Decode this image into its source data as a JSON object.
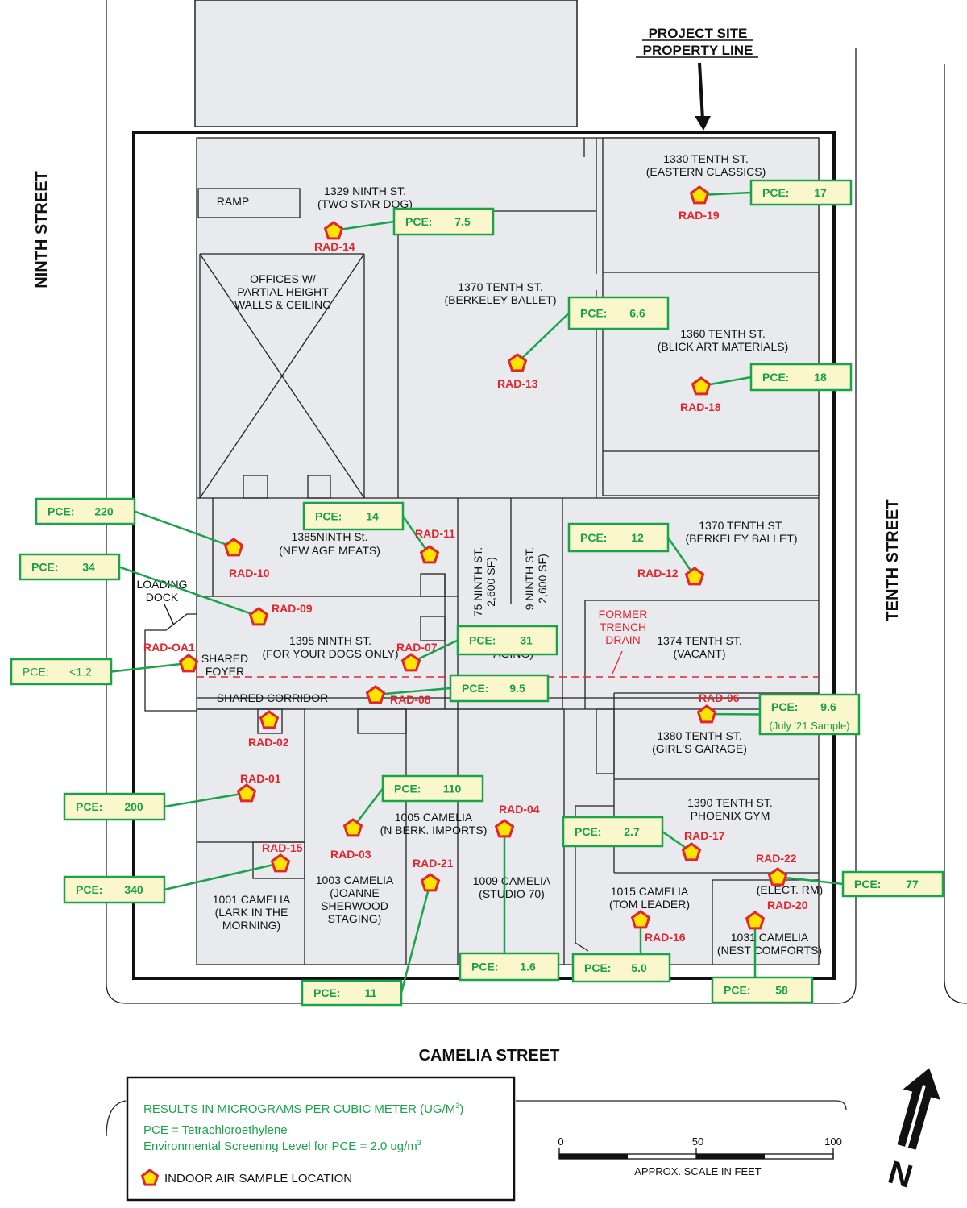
{
  "streets": {
    "ninth": "NINTH  STREET",
    "tenth": "TENTH  STREET",
    "camelia": "CAMELIA  STREET"
  },
  "property_line": {
    "line1": "PROJECT SITE",
    "line2": "PROPERTY LINE"
  },
  "labels": {
    "ramp": "RAMP",
    "offices1": "OFFICES W/",
    "offices2": "PARTIAL HEIGHT",
    "offices3": "WALLS & CEILING",
    "r1329a": "1329 NINTH ST.",
    "r1329b": "(TWO STAR DOG)",
    "r1330a": "1330 TENTH ST.",
    "r1330b": "(EASTERN CLASSICS)",
    "r1370a": "1370 TENTH ST.",
    "r1370b": "(BERKELEY BALLET)",
    "r1360a": "1360 TENTH ST.",
    "r1360b": "(BLICK ART MATERIALS)",
    "r1385a": "1385NINTH St.",
    "r1385b": "(NEW AGE MEATS)",
    "r75a": "75 NINTH ST.",
    "r75b": "2,600 SF)",
    "r9a": "9 NINTH ST.",
    "r9b": "2,600 SF)",
    "r1370ba": "1370 TENTH ST.",
    "r1370bb": "(BERKELEY BALLET)",
    "loading1": "LOADING",
    "loading2": "DOCK",
    "trench1": "FORMER",
    "trench2": "TRENCH",
    "trench3": "DRAIN",
    "r1374a": "1374 TENTH ST.",
    "r1374b": "(VACANT)",
    "r1395a": "1395 NINTH ST.",
    "r1395b": "(FOR YOUR DOGS ONLY)",
    "aging": "AGING)",
    "foyer1": "SHARED",
    "foyer2": "FOYER",
    "corridor": "SHARED CORRIDOR",
    "r1380a": "1380 TENTH ST.",
    "r1380b": "(GIRL'S GARAGE)",
    "r1390a": "1390 TENTH ST.",
    "r1390b": "PHOENIX GYM",
    "r1005a": "1005 CAMELIA",
    "r1005b": "(N BERK. IMPORTS)",
    "r1003a": "1003 CAMELIA",
    "r1003b": "(JOANNE",
    "r1003c": "SHERWOOD",
    "r1003d": "STAGING)",
    "r1009a": "1009 CAMELIA",
    "r1009b": "(STUDIO 70)",
    "r1001a": "1001 CAMELIA",
    "r1001b": "(LARK IN THE",
    "r1001c": "MORNING)",
    "r1015a": "1015 CAMELIA",
    "r1015b": "(TOM LEADER)",
    "elect": "(ELECT. RM)",
    "r1031a": "1031 CAMELIA",
    "r1031b": "(NEST COMFORTS)"
  },
  "samples": {
    "RAD-14": {
      "label": "RAD-14",
      "pce": "7.5"
    },
    "RAD-19": {
      "label": "RAD-19",
      "pce": "17"
    },
    "RAD-13": {
      "label": "RAD-13",
      "pce": "6.6"
    },
    "RAD-18": {
      "label": "RAD-18",
      "pce": "18"
    },
    "RAD-10": {
      "label": "RAD-10",
      "pce": "220"
    },
    "RAD-11": {
      "label": "RAD-11",
      "pce": "14"
    },
    "RAD-09": {
      "label": "RAD-09",
      "pce": "34"
    },
    "RAD-12": {
      "label": "RAD-12",
      "pce": "12"
    },
    "RAD-OA1": {
      "label": "RAD-OA1",
      "pce": "<1.2"
    },
    "RAD-07": {
      "label": "RAD-07",
      "pce": "31"
    },
    "RAD-08": {
      "label": "RAD-08",
      "pce": "9.5"
    },
    "RAD-06": {
      "label": "RAD-06",
      "pce": "9.6",
      "note": "(July '21 Sample)"
    },
    "RAD-02": {
      "label": "RAD-02"
    },
    "RAD-01": {
      "label": "RAD-01",
      "pce": "200"
    },
    "RAD-03": {
      "label": "RAD-03",
      "pce": "110"
    },
    "RAD-04": {
      "label": "RAD-04",
      "pce": "1.6"
    },
    "RAD-17": {
      "label": "RAD-17",
      "pce": "2.7"
    },
    "RAD-15": {
      "label": "RAD-15",
      "pce": "340"
    },
    "RAD-22": {
      "label": "RAD-22",
      "pce": "77"
    },
    "RAD-21": {
      "label": "RAD-21",
      "pce": "11"
    },
    "RAD-16": {
      "label": "RAD-16",
      "pce": "5.0"
    },
    "RAD-20": {
      "label": "RAD-20",
      "pce": "58"
    }
  },
  "pce_label": "PCE:",
  "legend": {
    "line1": "RESULTS IN MICROGRAMS PER CUBIC METER (UG/M",
    "line1_sup": "3",
    "line1_end": ")",
    "line2": "PCE = Tetrachloroethylene",
    "line3": "Environmental Screening Level for PCE = 2.0 ug/m",
    "line3_sup": "3",
    "symbol": "INDOOR AIR SAMPLE LOCATION"
  },
  "scale": {
    "t0": "0",
    "t50": "50",
    "t100": "100",
    "caption": "APPROX. SCALE IN FEET"
  },
  "north": {
    "letter": "N"
  },
  "colors": {
    "box_fill": "#fbf7cc",
    "box_stroke": "#1aa34a",
    "marker_fill": "#ffe400",
    "marker_stroke": "#e0262e",
    "floor": "#e9eaed"
  }
}
